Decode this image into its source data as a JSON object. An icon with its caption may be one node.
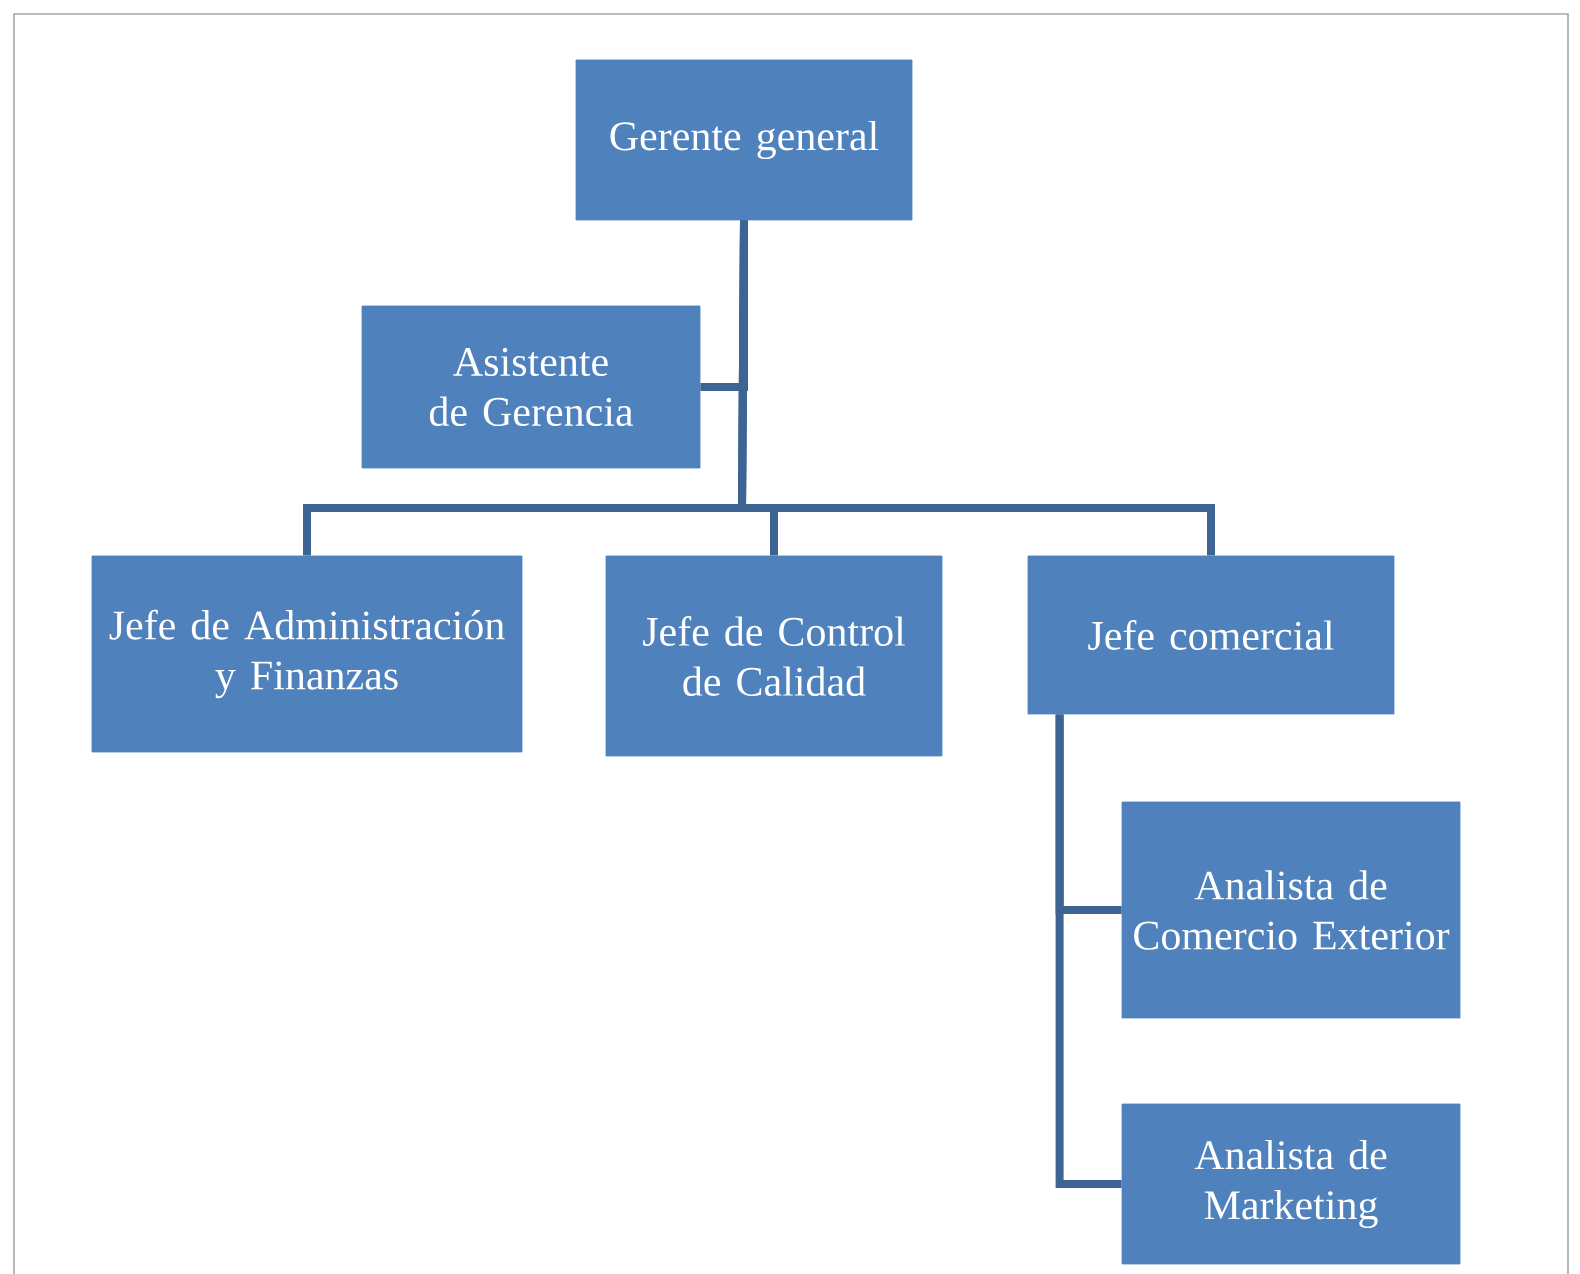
{
  "diagram": {
    "nodes": [
      {
        "text": [
          "Gerente general"
        ]
      },
      {
        "text": [
          "Asistente de Gerencia"
        ]
      },
      {
        "text": [
          "Jefe de Administración y Finanzas"
        ]
      },
      {
        "text": [
          "Jefe de Control de Calidad"
        ]
      },
      {
        "text": [
          "Jefe comercial"
        ]
      },
      {
        "text": [
          "Analista de Comercio Exterior"
        ]
      },
      {
        "text": [
          "Analista de Marketing"
        ]
      }
    ],
    "edges": [
      {
        "from": 0,
        "to": 1,
        "arrow": "none"
      },
      {
        "from": 0,
        "to": 2,
        "arrow": "none"
      },
      {
        "from": 0,
        "to": 3,
        "arrow": "none"
      },
      {
        "from": 0,
        "to": 4,
        "arrow": "none"
      },
      {
        "from": 4,
        "to": 5,
        "arrow": "none"
      },
      {
        "from": 4,
        "to": 6,
        "arrow": "none"
      }
    ]
  }
}
